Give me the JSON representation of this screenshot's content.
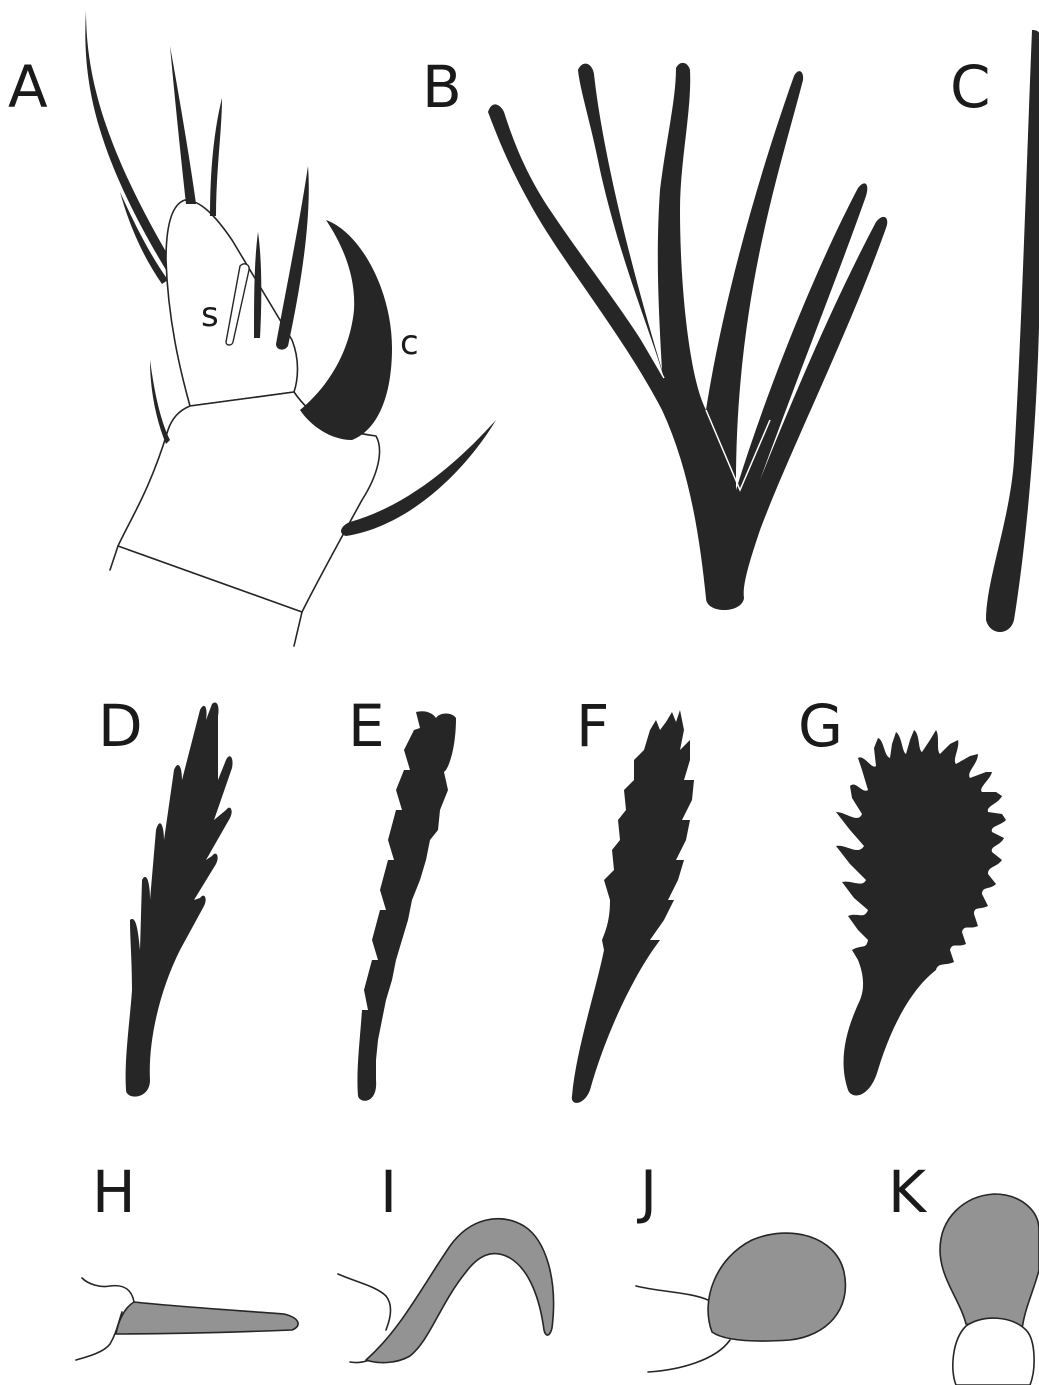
{
  "colors": {
    "ink": "#262626",
    "structure_fill": "#939393",
    "background": "#ffffff"
  },
  "panels": {
    "A": {
      "label": "A",
      "parts": {
        "s": "s",
        "c": "c"
      }
    },
    "B": {
      "label": "B"
    },
    "C": {
      "label": "C"
    },
    "D": {
      "label": "D"
    },
    "E": {
      "label": "E"
    },
    "F": {
      "label": "F"
    },
    "G": {
      "label": "G"
    },
    "H": {
      "label": "H"
    },
    "I": {
      "label": "I"
    },
    "J": {
      "label": "J"
    },
    "K": {
      "label": "K"
    }
  }
}
